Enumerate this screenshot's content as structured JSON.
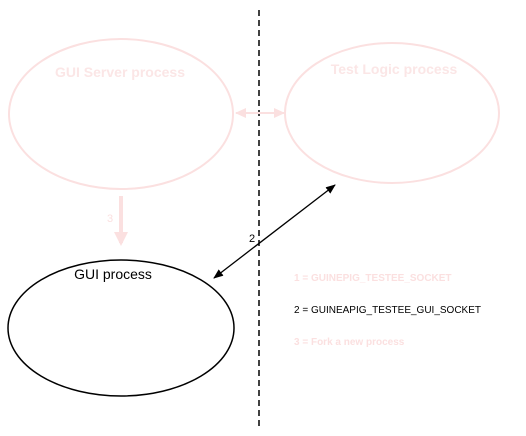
{
  "nodes": {
    "gui_server": {
      "label": "GUI Server process"
    },
    "test_logic": {
      "label": "Test Logic process"
    },
    "gui_process": {
      "label": "GUI process"
    }
  },
  "edges": {
    "fork_label": "3",
    "testee_gui_socket_label": "2"
  },
  "legend": [
    {
      "text": "1 = GUINEPIG_TESTEE_SOCKET"
    },
    {
      "text": "2 = GUINEAPIG_TESTEE_GUI_SOCKET"
    },
    {
      "text": "3 = Fork a new process"
    }
  ],
  "colors": {
    "faded": "#fbe0e0",
    "active": "#000000"
  }
}
